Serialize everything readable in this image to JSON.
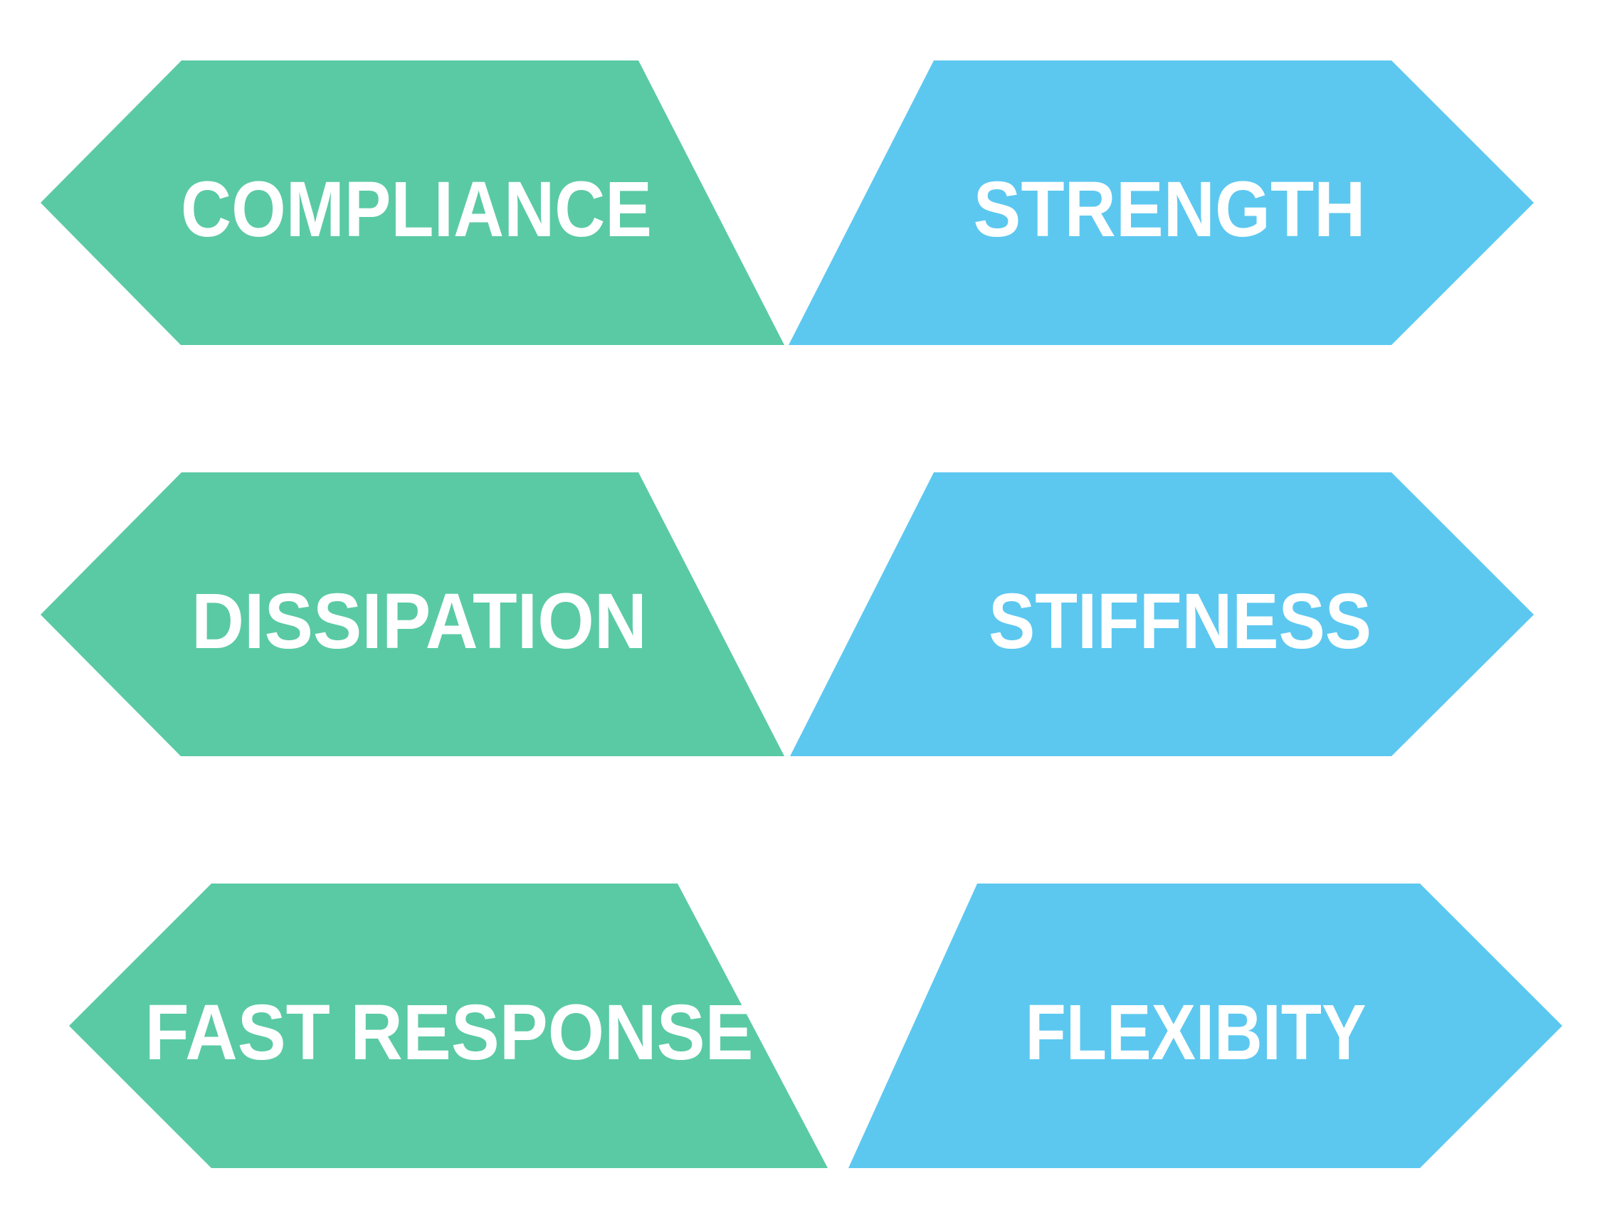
{
  "diagram": {
    "description": "Trade-off diagram with three pairs of opposing property banners",
    "colors": {
      "left_banner": "#5acaa4",
      "right_banner": "#5cc8f0",
      "label_text": "#ffffff",
      "background": "#ffffff"
    },
    "rows": [
      {
        "left": {
          "label": "COMPLIANCE"
        },
        "right": {
          "label": "STRENGTH"
        }
      },
      {
        "left": {
          "label": "DISSIPATION"
        },
        "right": {
          "label": "STIFFNESS"
        }
      },
      {
        "left": {
          "label": "FAST RESPONSE"
        },
        "right": {
          "label": "FLEXIBITY"
        }
      }
    ]
  }
}
